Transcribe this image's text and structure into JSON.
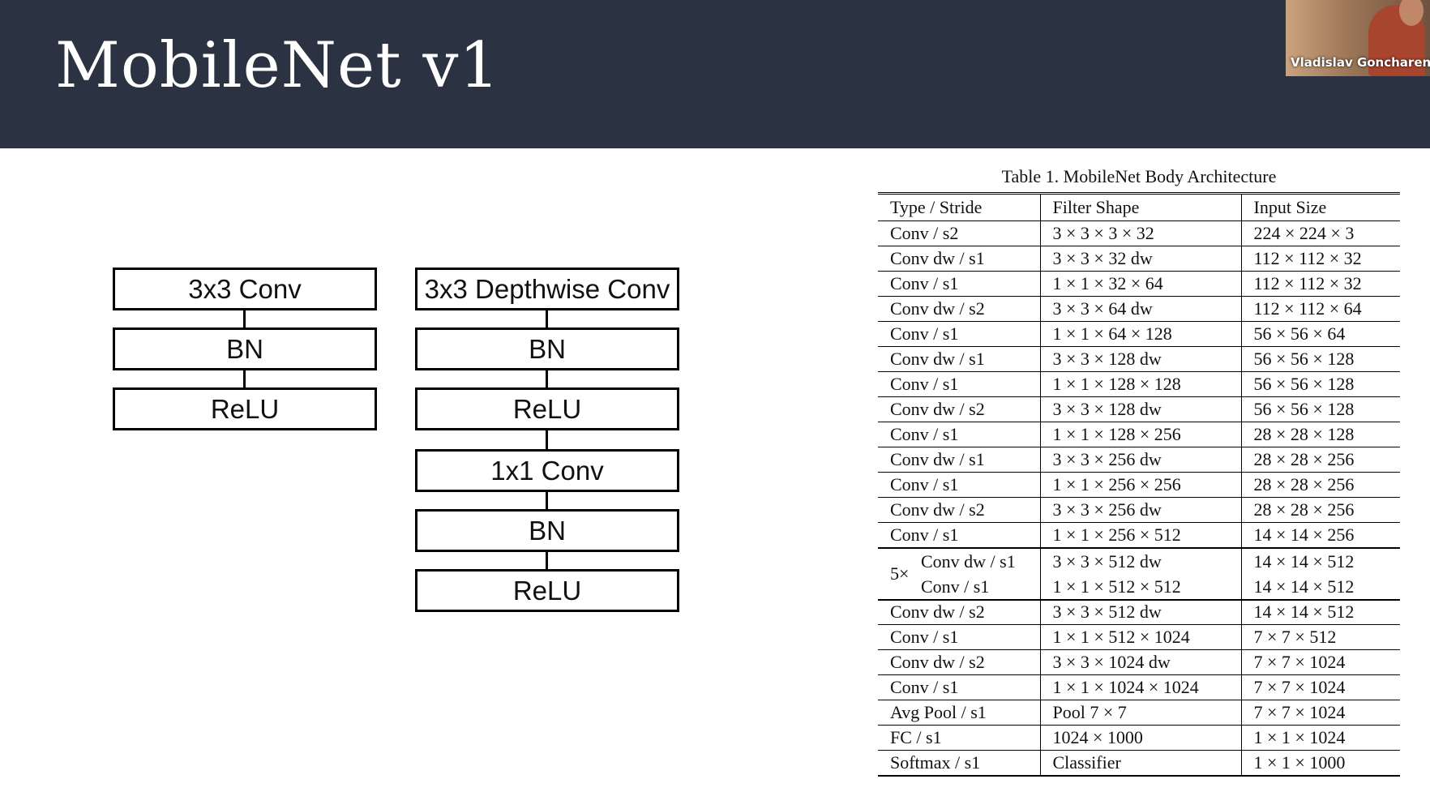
{
  "slide": {
    "title": "MobileNet v1"
  },
  "video": {
    "participant_name": "Vladislav Goncharen..."
  },
  "diagram": {
    "left_blocks": [
      "3x3 Conv",
      "BN",
      "ReLU"
    ],
    "right_blocks": [
      "3x3 Depthwise Conv",
      "BN",
      "ReLU",
      "1x1 Conv",
      "BN",
      "ReLU"
    ]
  },
  "table": {
    "caption": "Table 1. MobileNet Body Architecture",
    "headers": [
      "Type / Stride",
      "Filter Shape",
      "Input Size"
    ],
    "rows_before": [
      [
        "Conv / s2",
        "3 × 3 × 3 × 32",
        "224 × 224 × 3"
      ],
      [
        "Conv dw / s1",
        "3 × 3 × 32 dw",
        "112 × 112 × 32"
      ],
      [
        "Conv / s1",
        "1 × 1 × 32 × 64",
        "112 × 112 × 32"
      ],
      [
        "Conv dw / s2",
        "3 × 3 × 64 dw",
        "112 × 112 × 64"
      ],
      [
        "Conv / s1",
        "1 × 1 × 64 × 128",
        "56 × 56 × 64"
      ],
      [
        "Conv dw / s1",
        "3 × 3 × 128 dw",
        "56 × 56 × 128"
      ],
      [
        "Conv / s1",
        "1 × 1 × 128 × 128",
        "56 × 56 × 128"
      ],
      [
        "Conv dw / s2",
        "3 × 3 × 128 dw",
        "56 × 56 × 128"
      ],
      [
        "Conv / s1",
        "1 × 1 × 128 × 256",
        "28 × 28 × 128"
      ],
      [
        "Conv dw / s1",
        "3 × 3 × 256 dw",
        "28 × 28 × 256"
      ],
      [
        "Conv / s1",
        "1 × 1 × 256 × 256",
        "28 × 28 × 256"
      ],
      [
        "Conv dw / s2",
        "3 × 3 × 256 dw",
        "28 × 28 × 256"
      ],
      [
        "Conv / s1",
        "1 × 1 × 256 × 512",
        "14 × 14 × 256"
      ]
    ],
    "repeat_group": {
      "multiplier": "5×",
      "types": [
        "Conv dw / s1",
        "Conv / s1"
      ],
      "filters": [
        "3 × 3 × 512 dw",
        "1 × 1 × 512 × 512"
      ],
      "inputs": [
        "14 × 14 × 512",
        "14 × 14 × 512"
      ]
    },
    "rows_after": [
      [
        "Conv dw / s2",
        "3 × 3 × 512 dw",
        "14 × 14 × 512"
      ],
      [
        "Conv / s1",
        "1 × 1 × 512 × 1024",
        "7 × 7 × 512"
      ],
      [
        "Conv dw / s2",
        "3 × 3 × 1024 dw",
        "7 × 7 × 1024"
      ],
      [
        "Conv / s1",
        "1 × 1 × 1024 × 1024",
        "7 × 7 × 1024"
      ],
      [
        "Avg Pool / s1",
        "Pool 7 × 7",
        "7 × 7 × 1024"
      ],
      [
        "FC / s1",
        "1024 × 1000",
        "1 × 1 × 1024"
      ],
      [
        "Softmax / s1",
        "Classifier",
        "1 × 1 × 1000"
      ]
    ]
  }
}
